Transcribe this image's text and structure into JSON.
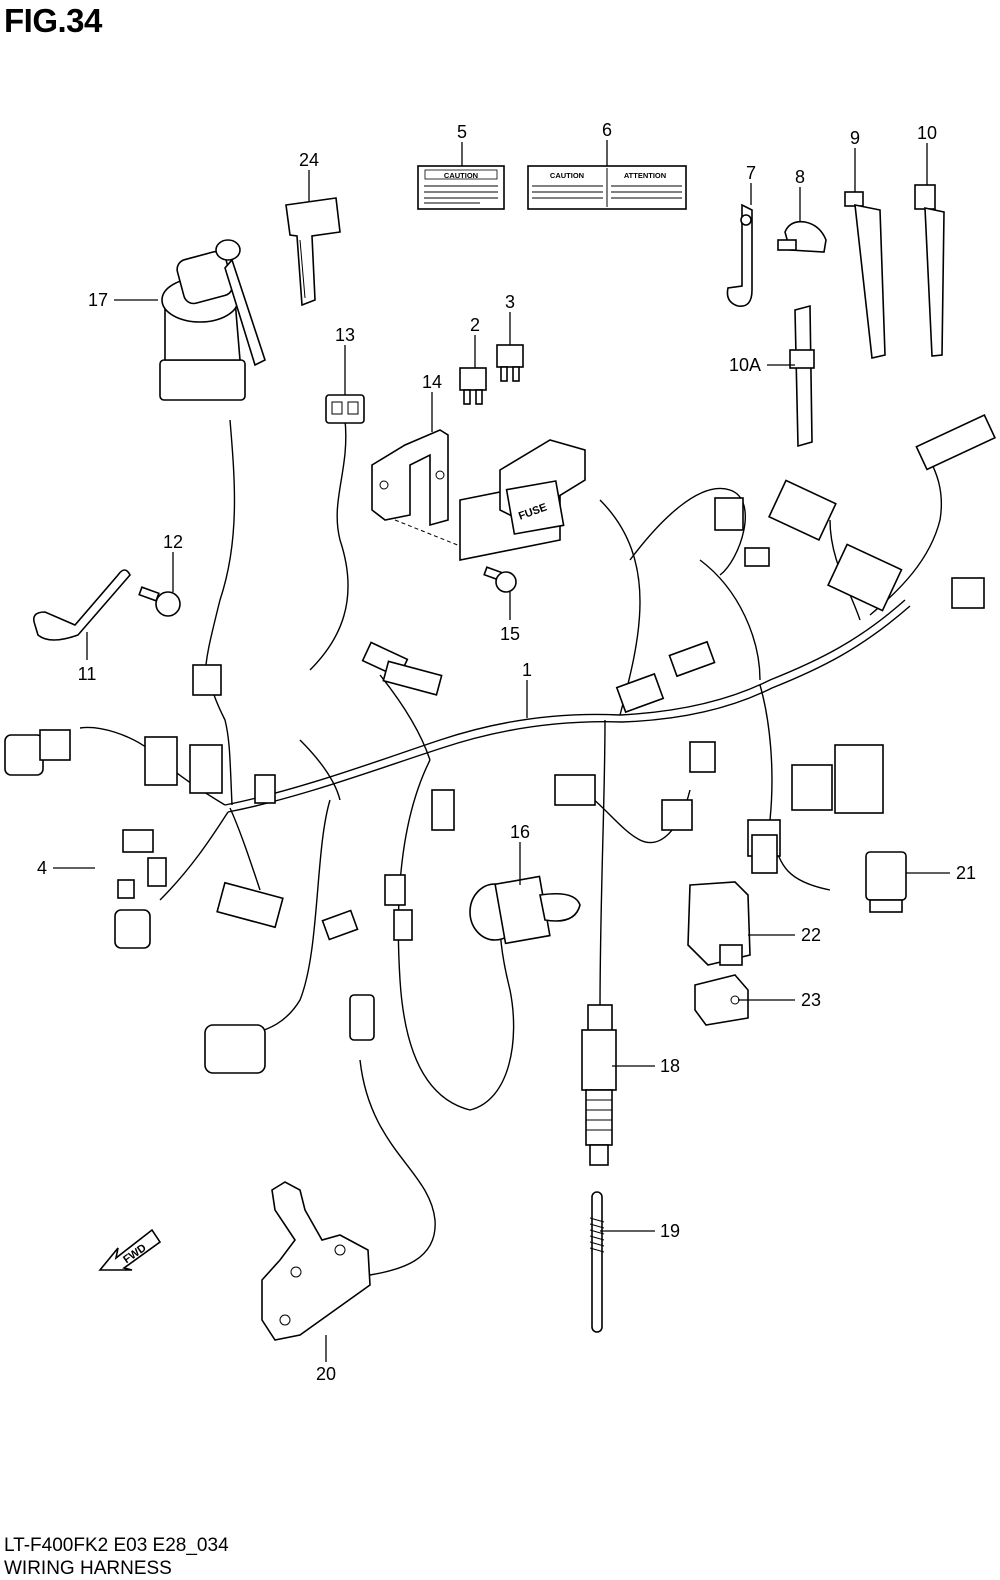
{
  "figure": {
    "title": "FIG.34",
    "model_code": "LT-F400FK2 E03 E28_034",
    "caption": "WIRING HARNESS"
  },
  "labels": {
    "caution": "CAUTION",
    "attention": "ATTENTION",
    "fuse": "FUSE",
    "fwd": "FWD"
  },
  "callouts": [
    {
      "id": "1",
      "text": "1"
    },
    {
      "id": "2",
      "text": "2"
    },
    {
      "id": "3",
      "text": "3"
    },
    {
      "id": "4",
      "text": "4"
    },
    {
      "id": "5",
      "text": "5"
    },
    {
      "id": "6",
      "text": "6"
    },
    {
      "id": "7",
      "text": "7"
    },
    {
      "id": "8",
      "text": "8"
    },
    {
      "id": "9",
      "text": "9"
    },
    {
      "id": "10",
      "text": "10"
    },
    {
      "id": "10A",
      "text": "10A"
    },
    {
      "id": "11",
      "text": "11"
    },
    {
      "id": "12",
      "text": "12"
    },
    {
      "id": "13",
      "text": "13"
    },
    {
      "id": "14",
      "text": "14"
    },
    {
      "id": "15",
      "text": "15"
    },
    {
      "id": "16",
      "text": "16"
    },
    {
      "id": "17",
      "text": "17"
    },
    {
      "id": "18",
      "text": "18"
    },
    {
      "id": "19",
      "text": "19"
    },
    {
      "id": "20",
      "text": "20"
    },
    {
      "id": "21",
      "text": "21"
    },
    {
      "id": "22",
      "text": "22"
    },
    {
      "id": "23",
      "text": "23"
    },
    {
      "id": "24",
      "text": "24"
    }
  ]
}
